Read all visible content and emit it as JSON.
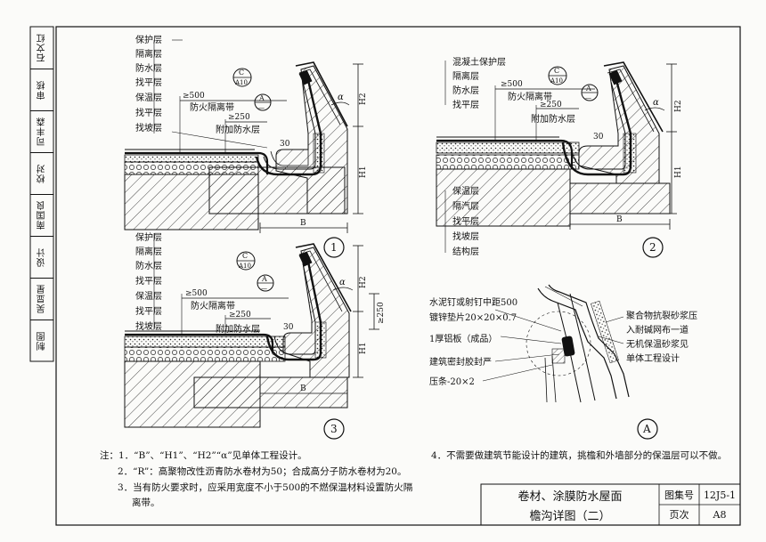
{
  "side_block": [
    {
      "role": "石文红",
      "sig": "石文红"
    },
    {
      "role": "审核",
      "sig": ""
    },
    {
      "role": "司丰森",
      "sig": "司丰森"
    },
    {
      "role": "校对",
      "sig": ""
    },
    {
      "role": "南国良",
      "sig": "南国良"
    },
    {
      "role": "设计",
      "sig": ""
    },
    {
      "role": "吴显星",
      "sig": "吴显星"
    },
    {
      "role": "制图",
      "sig": ""
    }
  ],
  "detail1": {
    "layers": [
      "保护层",
      "隔离层",
      "防水层",
      "找平层",
      "保温层",
      "找平层",
      "找坡层"
    ],
    "fire_label": "防火隔离带",
    "fire_dim": "≥500",
    "extra_label": "附加防水层",
    "extra_dim": "≥250",
    "dim_30": "30",
    "alpha": "α",
    "H1": "H1",
    "H2": "H2",
    "B": "B",
    "num": "1",
    "ref_top": "C",
    "ref_bot": "A10",
    "ref_a": "A",
    "ref_dash": "—"
  },
  "detail2": {
    "layers_top": [
      "混凝土保护层",
      "隔离层",
      "防水层",
      "找平层"
    ],
    "layers_bottom": [
      "保温层",
      "隔汽层",
      "找平层",
      "找坡层",
      "结构层"
    ],
    "fire_label": "防火隔离带",
    "fire_dim": "≥500",
    "extra_label": "附加防水层",
    "extra_dim": "≥250",
    "dim_30": "30",
    "alpha": "α",
    "H1": "H1",
    "H2": "H2",
    "B": "B",
    "num": "2",
    "ref_top": "C",
    "ref_bot": "A10",
    "ref_a": "A",
    "ref_dash": "—"
  },
  "detail3": {
    "layers": [
      "保护层",
      "隔离层",
      "防水层",
      "找平层",
      "保温层",
      "找平层",
      "找坡层"
    ],
    "fire_label": "防火隔离带",
    "fire_dim": "≥500",
    "extra_label": "附加防水层",
    "extra_dim": "≥250",
    "side_dim": "≥250",
    "dim_30": "30",
    "alpha": "α",
    "H1": "H1",
    "H2": "H2",
    "B": "B",
    "num": "3",
    "ref_top": "C",
    "ref_bot": "A10",
    "ref_a": "A",
    "ref_dash": "—"
  },
  "detailA": {
    "left": [
      "水泥钉或射钉中距500",
      "镀锌垫片20×20×0.7",
      "1厚铝板（成品）",
      "建筑密封胶封严",
      "压条-20×2"
    ],
    "right": [
      "聚合物抗裂砂浆压",
      "入耐碱网布一道",
      "无机保温砂浆见",
      "单体工程设计"
    ],
    "num": "A"
  },
  "notes": [
    "注：1．“B”、“H1”、“H2”“α”见单体工程设计。",
    "2．“R”：高聚物改性沥青防水卷材为50；合成高分子防水卷材为20。",
    "3．当有防火要求时，应采用宽度不小于500的不燃保温材料设置防火隔",
    "离带。",
    "4．不需要做建筑节能设计的建筑，挑檐和外墙部分的保温层可以不做。"
  ],
  "title_block": {
    "title1": "卷材、涂膜防水屋面",
    "title2": "檐沟详图（二）",
    "atlas_label": "图集号",
    "atlas_value": "12J5-1",
    "page_label": "页次",
    "page_value": "A8"
  }
}
